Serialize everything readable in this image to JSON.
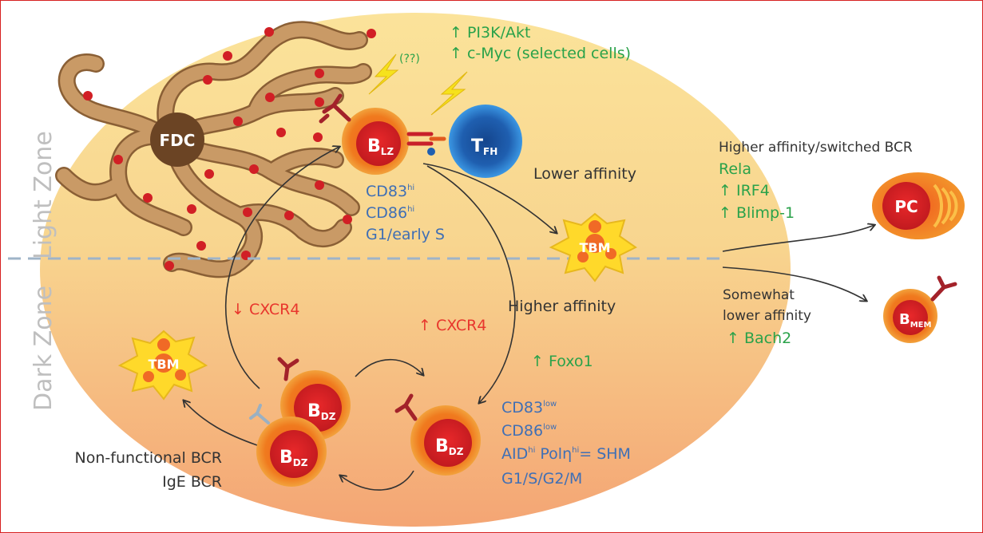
{
  "zones": {
    "light": "Light Zone",
    "dark": "Dark Zone"
  },
  "fdc": {
    "label": "FDC",
    "question": "(??)"
  },
  "signals": {
    "pi3k": "↑ PI3K/Akt",
    "cmyc": "↑ c-Myc (selected cells)"
  },
  "blz": {
    "label_main": "B",
    "label_sub": "LZ",
    "markers": [
      {
        "main": "CD83",
        "sup": "hi"
      },
      {
        "main": "CD86",
        "sup": "hi"
      },
      {
        "main": "G1/early S",
        "sup": ""
      }
    ]
  },
  "tfh": {
    "label_main": "T",
    "label_sub": "FH"
  },
  "tbm": {
    "label": "TBM"
  },
  "paths": {
    "lower_affinity": "Lower affinity",
    "higher_affinity": "Higher affinity",
    "cxcr4_down": "↓ CXCR4",
    "cxcr4_up": "↑ CXCR4",
    "foxo1": "↑ Foxo1"
  },
  "bdz": {
    "label_main": "B",
    "label_sub": "DZ",
    "markers": [
      {
        "main": "CD83",
        "sup": "low"
      },
      {
        "main": "CD86",
        "sup": "low"
      },
      {
        "main": "AID",
        "sup": "hi",
        "main2": " Polη",
        "sup2": "hi",
        "tail": "= SHM"
      },
      {
        "main": "G1/S/G2/M",
        "sup": ""
      }
    ]
  },
  "nonfunctional": {
    "line1": "Non-functional BCR",
    "line2": "IgE BCR"
  },
  "exit": {
    "pc_header": "Higher affinity/switched BCR",
    "pc_factors": [
      "Rela",
      "↑ IRF4",
      "↑ Blimp-1"
    ],
    "pc_label": "PC",
    "mem_lines": [
      "Somewhat",
      "lower affinity"
    ],
    "mem_factor": "↑ Bach2",
    "mem_main": "B",
    "mem_sub": "MEM"
  },
  "colors": {
    "green": "#2aa24a",
    "red": "#e8362d",
    "blue": "#3f6fb5",
    "dark": "#333333",
    "fdc": "#b98a5a",
    "tfh": "#1c6fc4"
  }
}
